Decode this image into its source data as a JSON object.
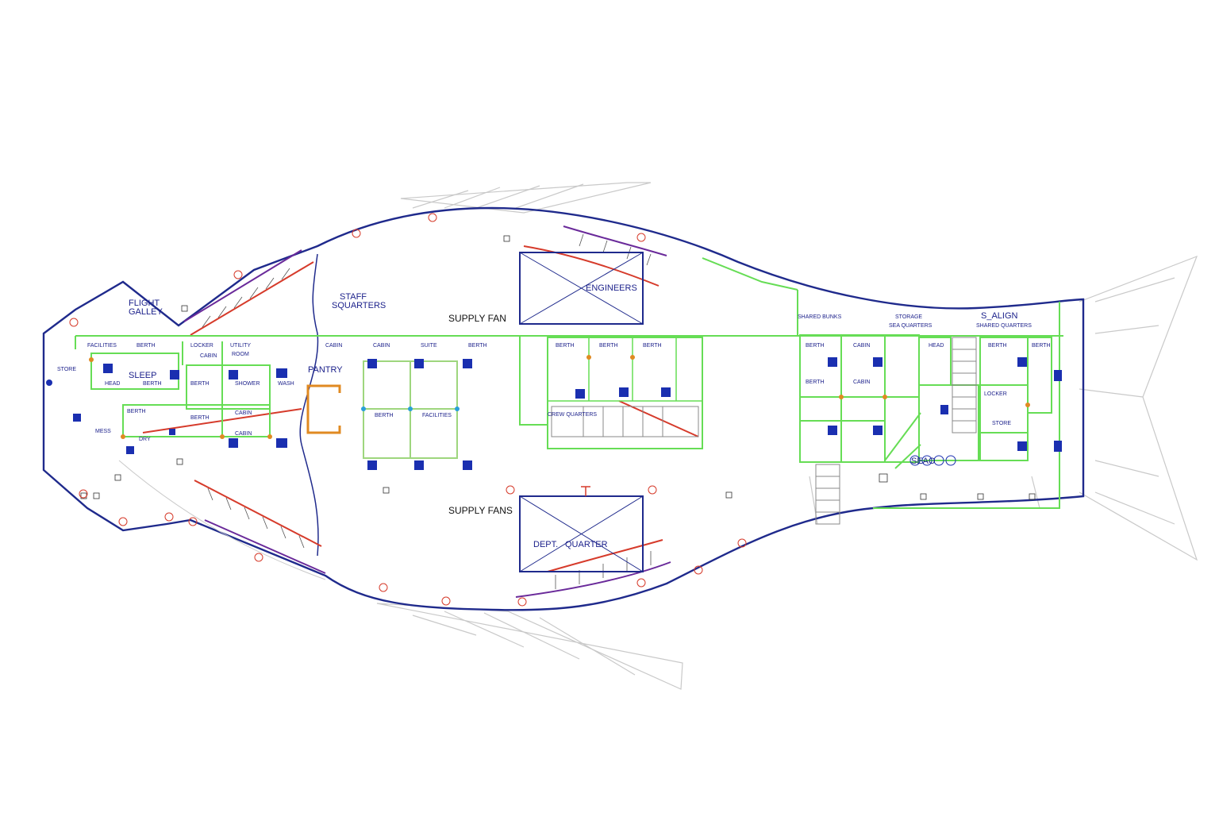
{
  "colors": {
    "hull": "#1f2a8c",
    "partition": "#66dd55",
    "red_line": "#d63b2b",
    "purple_line": "#6a2a9a",
    "orange_box": "#e08a22",
    "ghost": "#c9c9c9",
    "icon_blue": "#1a2fb0",
    "label": "#1a1f8a"
  },
  "labels": {
    "staff": "STAFF",
    "staff_quarters": "SQUARTERS",
    "gallery_1": "FLIGHT",
    "gallery_2": "GALLEY",
    "supply_fan": "SUPPLY FAN",
    "supply_fans": "SUPPLY FANS",
    "pantry": "PANTRY",
    "quarters_right": "S_ALIGN",
    "engineers": "ENGINEERS",
    "dept": "DEPT.",
    "quarter": "QUARTER",
    "sleep": "SLEEP",
    "crew_quarters": "CREW QUARTERS",
    "sea_sign": "SEAO",
    "mid_quarters": "SEA QUARTERS",
    "aft_quarters": "SHARED BUNKS",
    "upper_quarters_1": "STORAGE",
    "upper_quarters_2": "SHARED QUARTERS"
  },
  "tiny_labels": [
    "FACILITIES",
    "BERTH",
    "LOCKER",
    "UTILITY",
    "CABIN",
    "ROOM",
    "STORE",
    "HEAD",
    "BERTH",
    "BERTH",
    "SHOWER",
    "WASH",
    "BERTH",
    "BERTH",
    "CABIN",
    "CABIN",
    "MESS",
    "DRY",
    "CABIN",
    "CABIN",
    "SUITE",
    "BERTH",
    "BERTH",
    "FACILITIES",
    "BERTH",
    "BERTH",
    "BERTH",
    "BERTH",
    "CABIN",
    "HEAD",
    "BERTH",
    "BERTH",
    "LOCKER",
    "BERTH",
    "CABIN",
    "STORE"
  ]
}
